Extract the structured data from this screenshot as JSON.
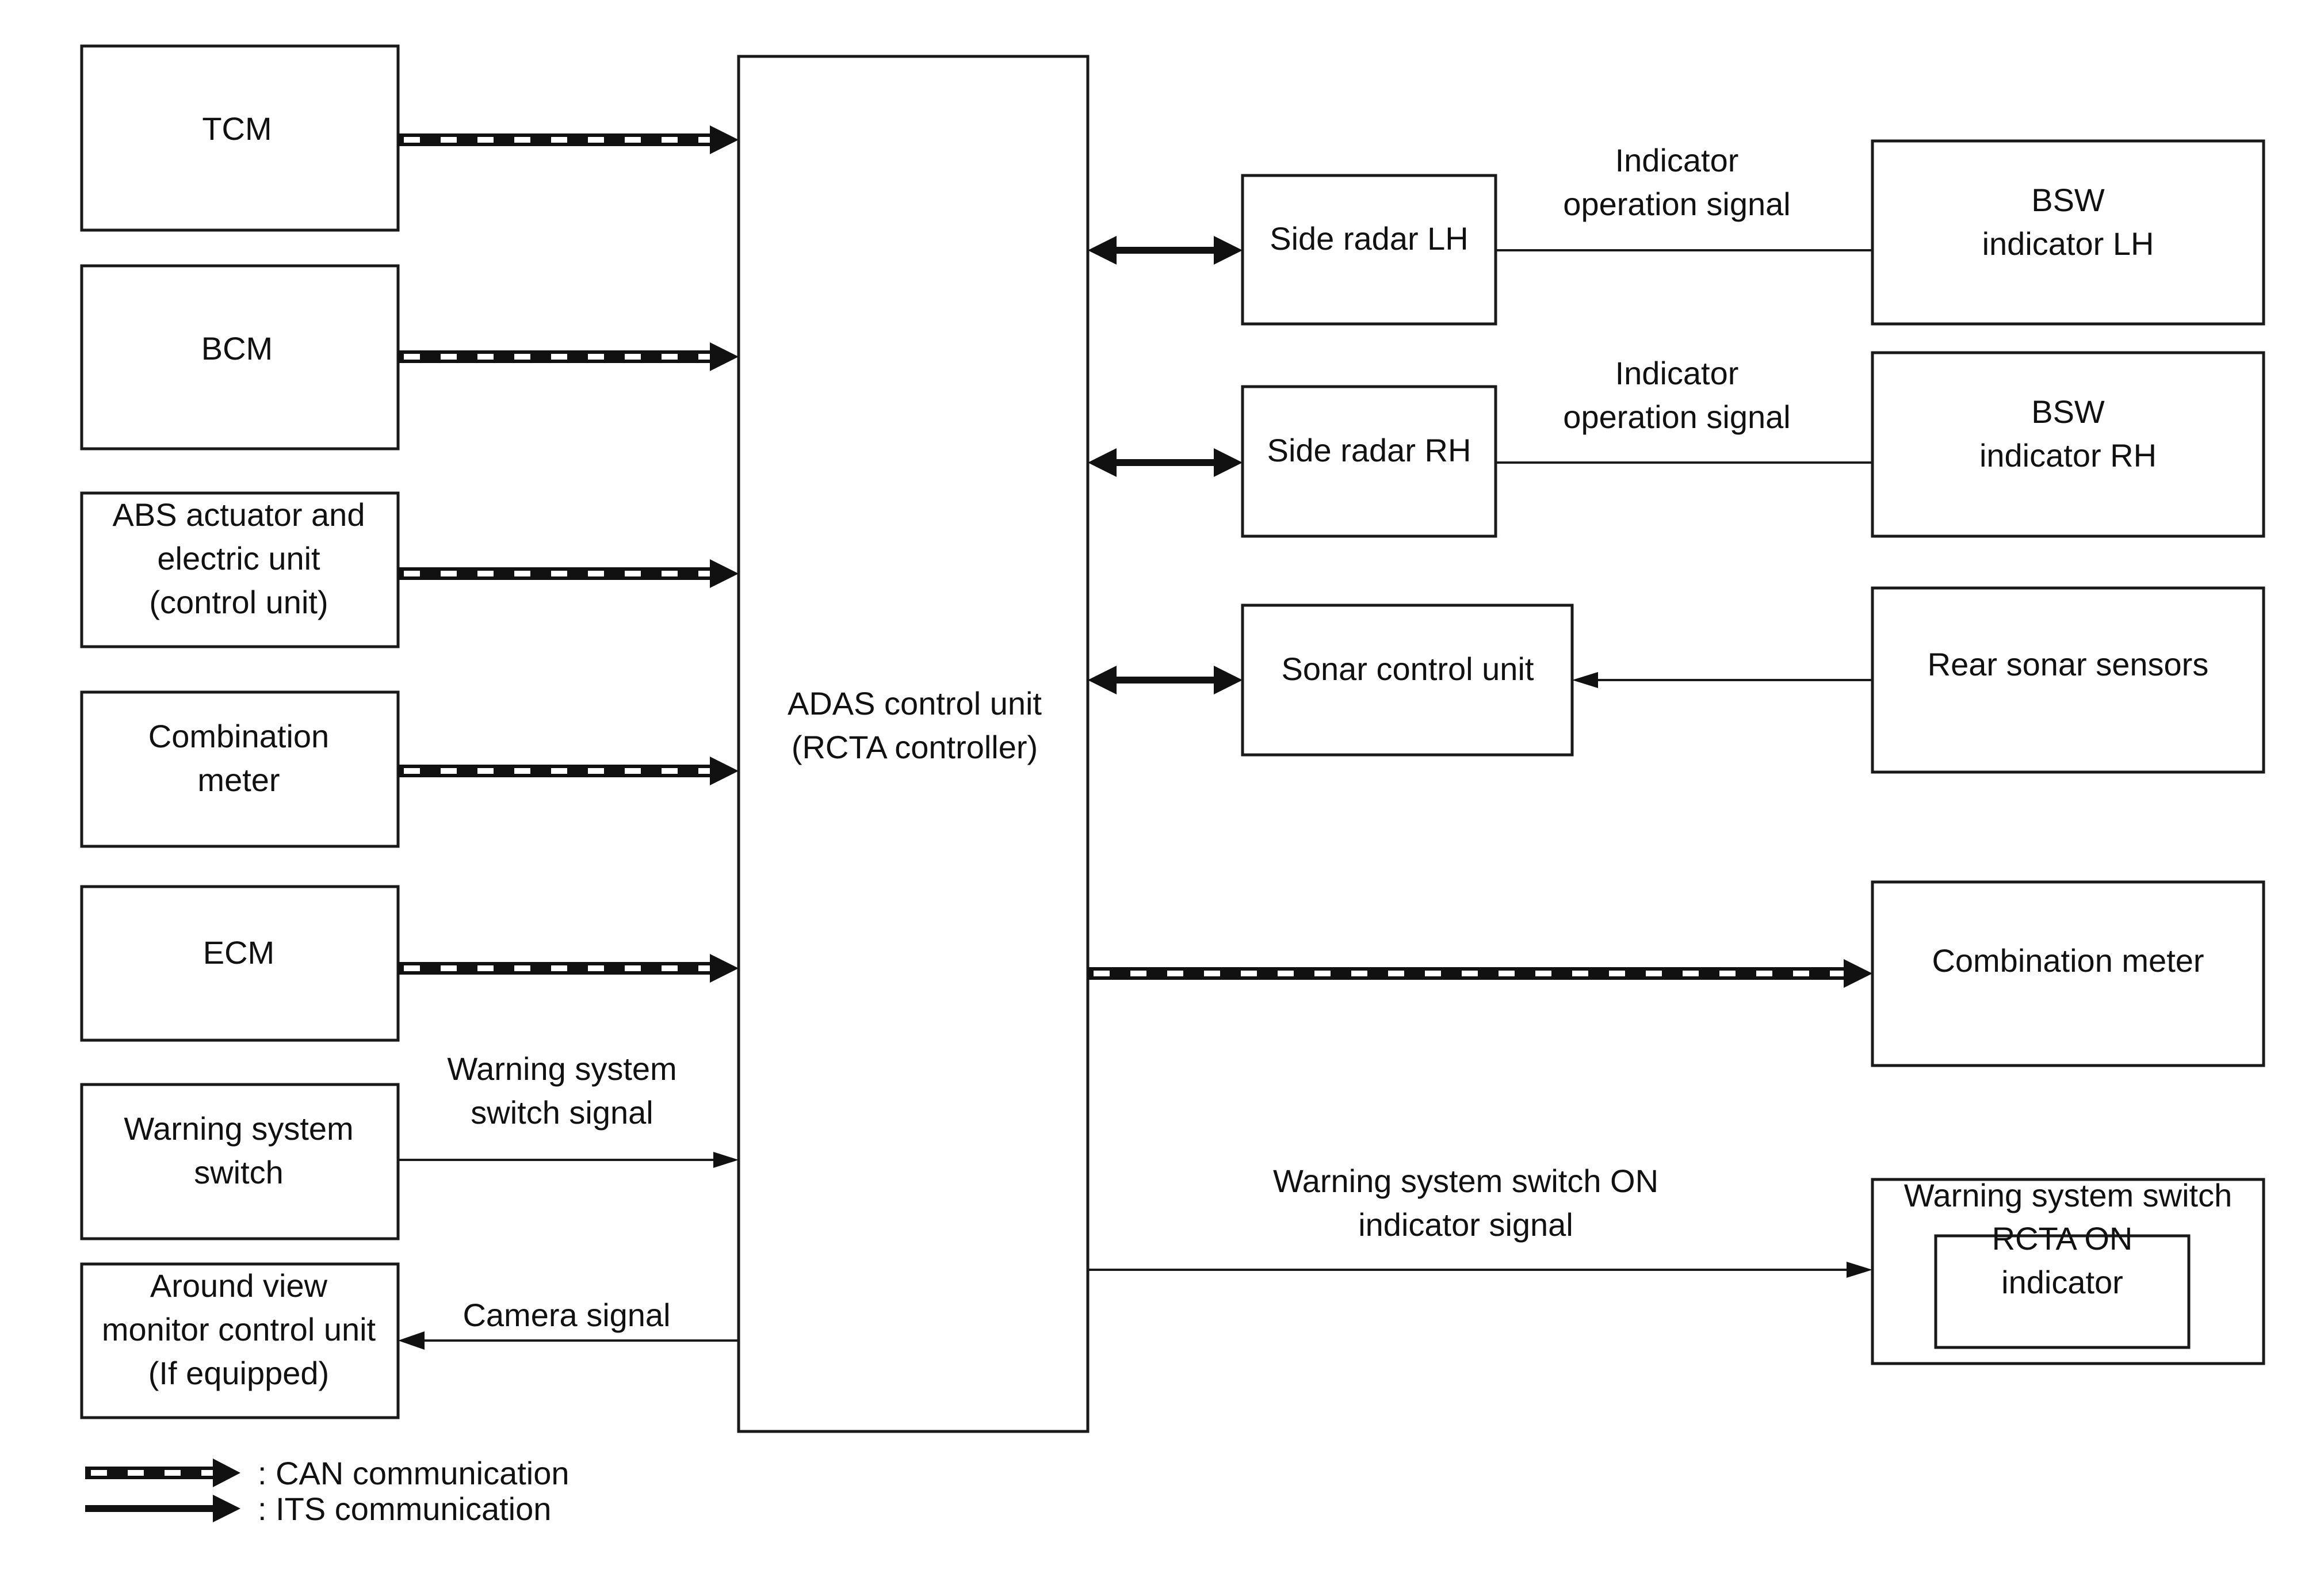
{
  "nodes": {
    "tcm": {
      "lines": [
        "TCM"
      ]
    },
    "bcm": {
      "lines": [
        "BCM"
      ]
    },
    "abs": {
      "lines": [
        "ABS actuator and",
        "electric unit",
        "(control unit)"
      ]
    },
    "combination_meter_left": {
      "lines": [
        "Combination",
        "meter"
      ]
    },
    "ecm": {
      "lines": [
        "ECM"
      ]
    },
    "warning_switch_left": {
      "lines": [
        "Warning system",
        "switch"
      ]
    },
    "around_view": {
      "lines": [
        "Around view",
        "monitor control unit",
        "(If equipped)"
      ]
    },
    "adas": {
      "lines": [
        "ADAS control unit",
        "(RCTA controller)"
      ]
    },
    "side_radar_lh": {
      "lines": [
        "Side radar LH"
      ]
    },
    "side_radar_rh": {
      "lines": [
        "Side radar RH"
      ]
    },
    "sonar_control": {
      "lines": [
        "Sonar control unit"
      ]
    },
    "bsw_lh": {
      "lines": [
        "BSW",
        "indicator LH"
      ]
    },
    "bsw_rh": {
      "lines": [
        "BSW",
        "indicator RH"
      ]
    },
    "rear_sonar": {
      "lines": [
        "Rear sonar sensors"
      ]
    },
    "combination_meter_right": {
      "lines": [
        "Combination meter"
      ]
    },
    "warning_switch_right": {
      "lines": [
        "Warning system switch"
      ]
    },
    "rcta_on": {
      "lines": [
        "RCTA ON",
        "indicator"
      ]
    }
  },
  "edge_labels": {
    "indicator_lh": {
      "lines": [
        "Indicator",
        "operation signal"
      ]
    },
    "indicator_rh": {
      "lines": [
        "Indicator",
        "operation signal"
      ]
    },
    "warning_switch_signal": {
      "lines": [
        "Warning system",
        "switch signal"
      ]
    },
    "camera_signal": {
      "lines": [
        "Camera signal"
      ]
    },
    "warning_on_signal": {
      "lines": [
        "Warning system switch ON",
        "indicator signal"
      ]
    }
  },
  "legend": {
    "can": ": CAN communication",
    "its": ": ITS communication"
  }
}
